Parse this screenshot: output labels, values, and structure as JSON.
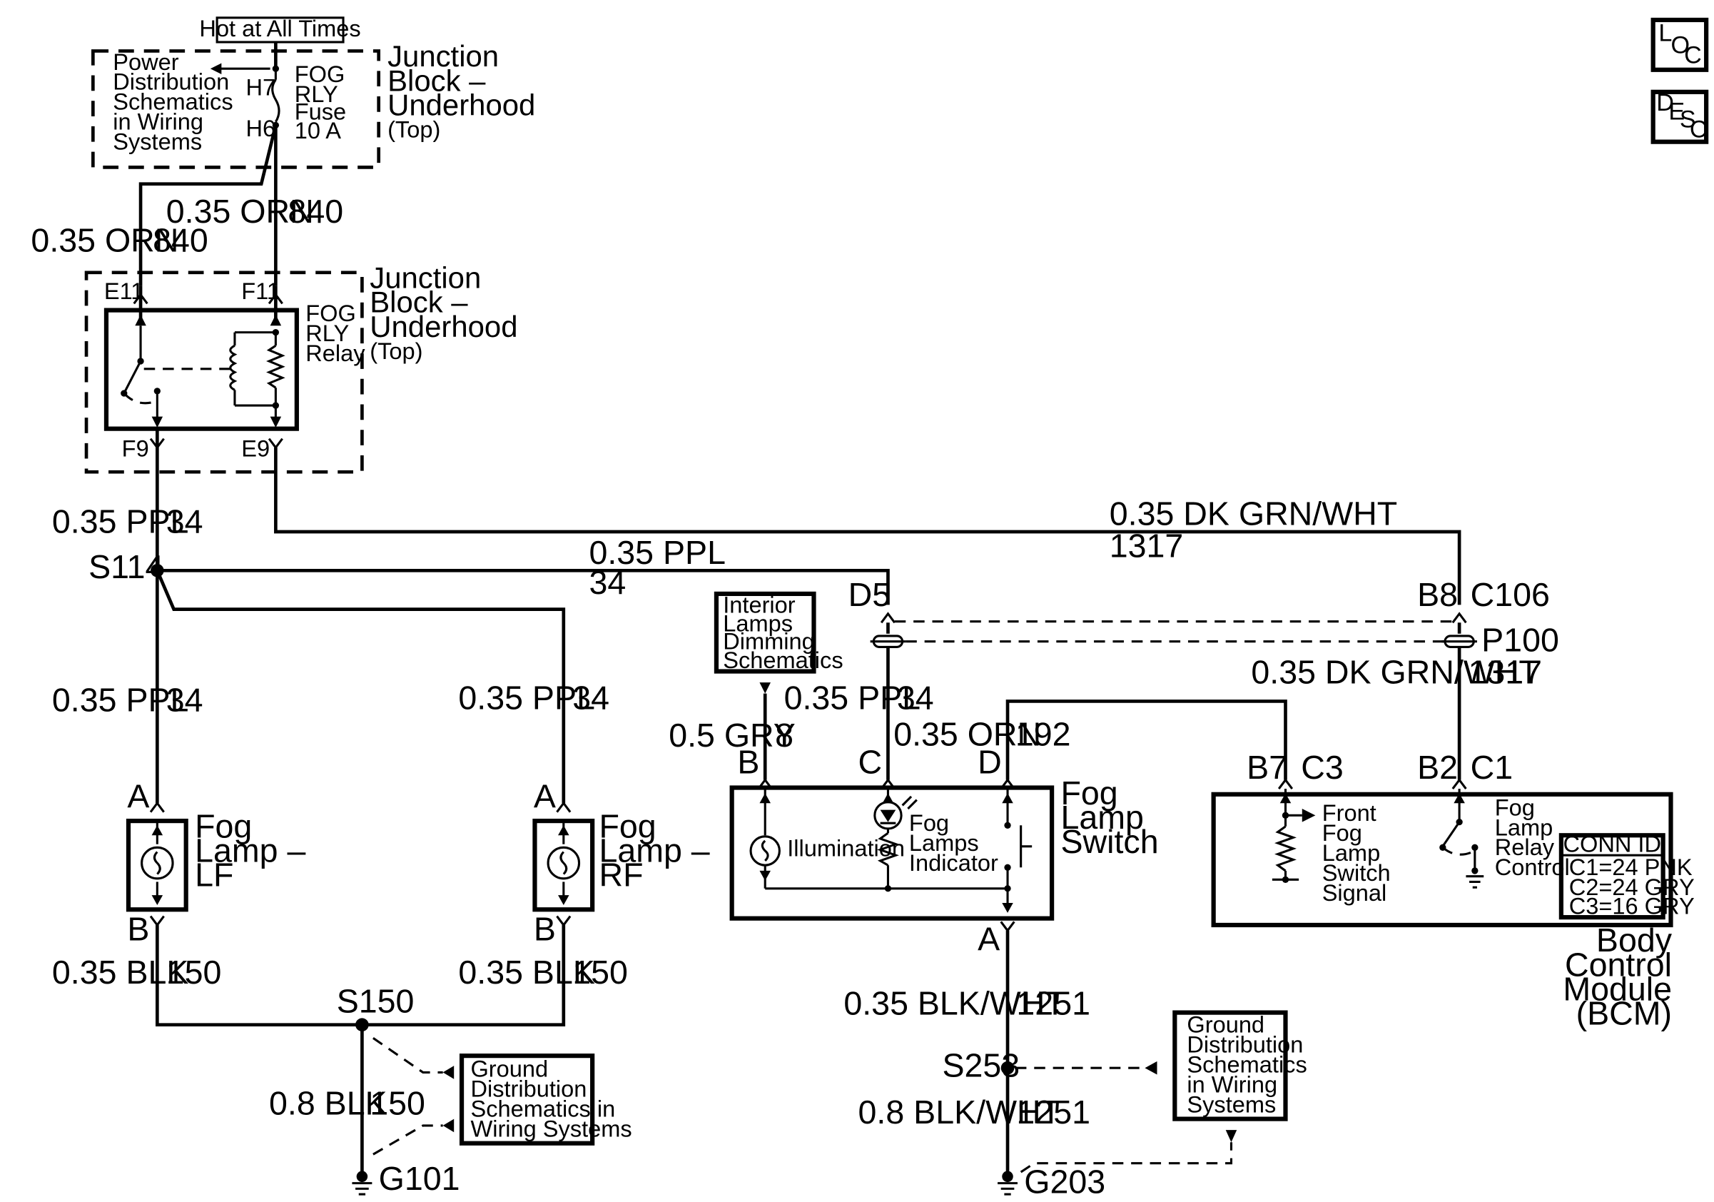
{
  "top": {
    "hot_label": "Hot at All Times",
    "pd_ref": [
      "Power",
      "Distribution",
      "Schematics",
      "in Wiring",
      "Systems"
    ],
    "fuse_pins": [
      "H7",
      "H6"
    ],
    "fuse_name": [
      "FOG",
      "RLY",
      "Fuse",
      "10 A"
    ],
    "jb1_title": [
      "Junction",
      "Block –",
      "Underhood"
    ],
    "jb1_sub": "(Top)"
  },
  "relay": {
    "pins": [
      "E11",
      "F11",
      "F9",
      "E9"
    ],
    "name": [
      "FOG",
      "RLY",
      "Relay"
    ],
    "jb2_title": [
      "Junction",
      "Block –",
      "Underhood"
    ],
    "jb2_sub": "(Top)"
  },
  "wires": {
    "w840a_color": "0.35 ORN",
    "w840a_num": "840",
    "w840b_color": "0.35 ORN",
    "w840b_num": "840",
    "w34a_color": "0.35 PPL",
    "w34a_num": "34",
    "s114": "S114",
    "w1317_color": "0.35 DK GRN/WHT",
    "w1317_num": "1317",
    "w34b_color": "0.35 PPL",
    "w34b_num": "34",
    "w34lf_color": "0.35 PPL",
    "w34lf_num": "34",
    "w34rf_color": "0.35 PPL",
    "w34rf_num": "34",
    "w150lf_color": "0.35 BLK",
    "w150lf_num": "150",
    "w150rf_color": "0.35 BLK",
    "w150rf_num": "150",
    "s150": "S150",
    "w150g_color": "0.8 BLK",
    "w150g_num": "150",
    "g101": "G101",
    "w8_color": "0.5 GRY",
    "w8_num": "8",
    "w34c_color": "0.35 PPL",
    "w34c_num": "34",
    "w192_color": "0.35 ORN",
    "w192_num": "192",
    "w1317b_color": "0.35 DK GRN/WHT",
    "w1317b_num": "1317",
    "w1251a_color": "0.35 BLK/WHT",
    "w1251a_num": "1251",
    "s253": "S253",
    "w1251b_color": "0.8 BLK/WHT",
    "w1251b_num": "1251",
    "g203": "G203"
  },
  "connectors": {
    "d5": "D5",
    "b8": "B8",
    "c106": "C106",
    "p100": "P100",
    "lf_a": "A",
    "lf_b": "B",
    "rf_a": "A",
    "rf_b": "B",
    "sw_b": "B",
    "sw_c": "C",
    "sw_d": "D",
    "sw_a": "A",
    "b7": "B7",
    "c3": "C3",
    "b2": "B2",
    "c1": "C1"
  },
  "lamps": {
    "lf": [
      "Fog",
      "Lamp –",
      "LF"
    ],
    "rf": [
      "Fog",
      "Lamp –",
      "RF"
    ]
  },
  "refs": {
    "interior": [
      "Interior",
      "Lamps",
      "Dimming",
      "Schematics"
    ],
    "ground1": [
      "Ground",
      "Distribution",
      "Schematics in",
      "Wiring Systems"
    ],
    "ground2": [
      "Ground",
      "Distribution",
      "Schematics",
      "in Wiring",
      "Systems"
    ]
  },
  "switch": {
    "title": [
      "Fog",
      "Lamp",
      "Switch"
    ],
    "illum": "Illumination",
    "indicator": [
      "Fog",
      "Lamps",
      "Indicator"
    ]
  },
  "bcm": {
    "signal": [
      "Front",
      "Fog",
      "Lamp",
      "Switch",
      "Signal"
    ],
    "relay_ctrl": [
      "Fog",
      "Lamp",
      "Relay",
      "Control"
    ],
    "conn_title": "CONN ID",
    "conn_rows": [
      "C1=24 PNK",
      "C2=24 GRY",
      "C3=16 GRY"
    ],
    "title": [
      "Body",
      "Control",
      "Module",
      "(BCM)"
    ]
  },
  "side": {
    "loc": [
      "L",
      "O",
      "C"
    ],
    "desc": [
      "D",
      "E",
      "S",
      "C"
    ]
  }
}
